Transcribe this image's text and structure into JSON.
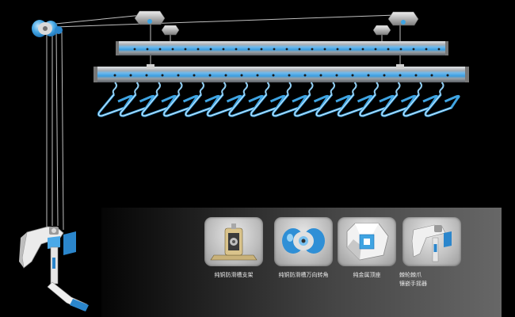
{
  "colors": {
    "background": "#000000",
    "accent_blue": "#3fa4e2",
    "rail_silver": "#b7bcc2",
    "panel_light": "#676767"
  },
  "features": [
    {
      "icon": "bracket-icon",
      "label": "纯铜防滑槽支架"
    },
    {
      "icon": "pulley-icon",
      "label": "纯铜防滑槽万向转角"
    },
    {
      "icon": "top-mount-icon",
      "label": "纯金属顶座"
    },
    {
      "icon": "hand-crank-icon",
      "label": "棘轮棘爪\n镶嵌手摇器"
    }
  ]
}
